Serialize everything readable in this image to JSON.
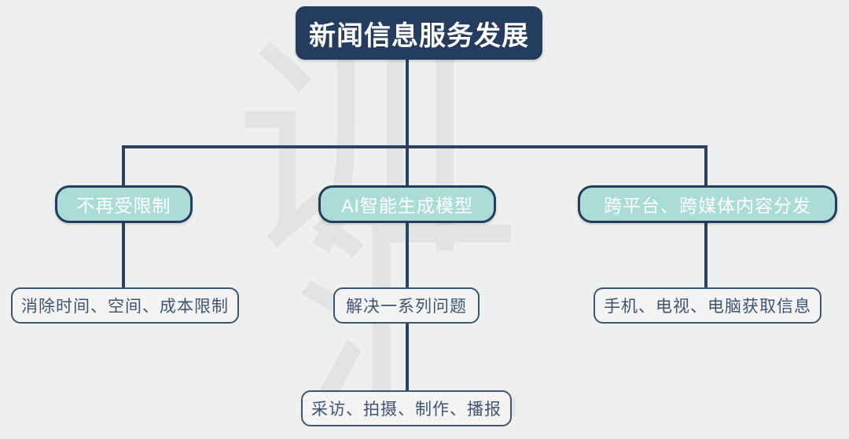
{
  "diagram": {
    "type": "tree",
    "title": "新闻信息服务发展",
    "background_color": "#eeefef",
    "colors": {
      "navy": "#243c60",
      "teal": "#abdcd5",
      "leaf_fill": "#f4f4f4",
      "leaf_text": "#3d5575",
      "watermark": "#e2e3e3"
    },
    "watermark": {
      "char_top": "训",
      "char_bottom": "汇"
    },
    "root": {
      "label": "新闻信息服务发展"
    },
    "branches": [
      {
        "label": "不再受限制",
        "children": [
          {
            "label": "消除时间、空间、成本限制"
          }
        ]
      },
      {
        "label": "AI智能生成模型",
        "children": [
          {
            "label": "解决一系列问题"
          },
          {
            "label": "采访、拍摄、制作、播报"
          }
        ]
      },
      {
        "label": "跨平台、跨媒体内容分发",
        "children": [
          {
            "label": "手机、电视、电脑获取信息"
          }
        ]
      }
    ]
  }
}
